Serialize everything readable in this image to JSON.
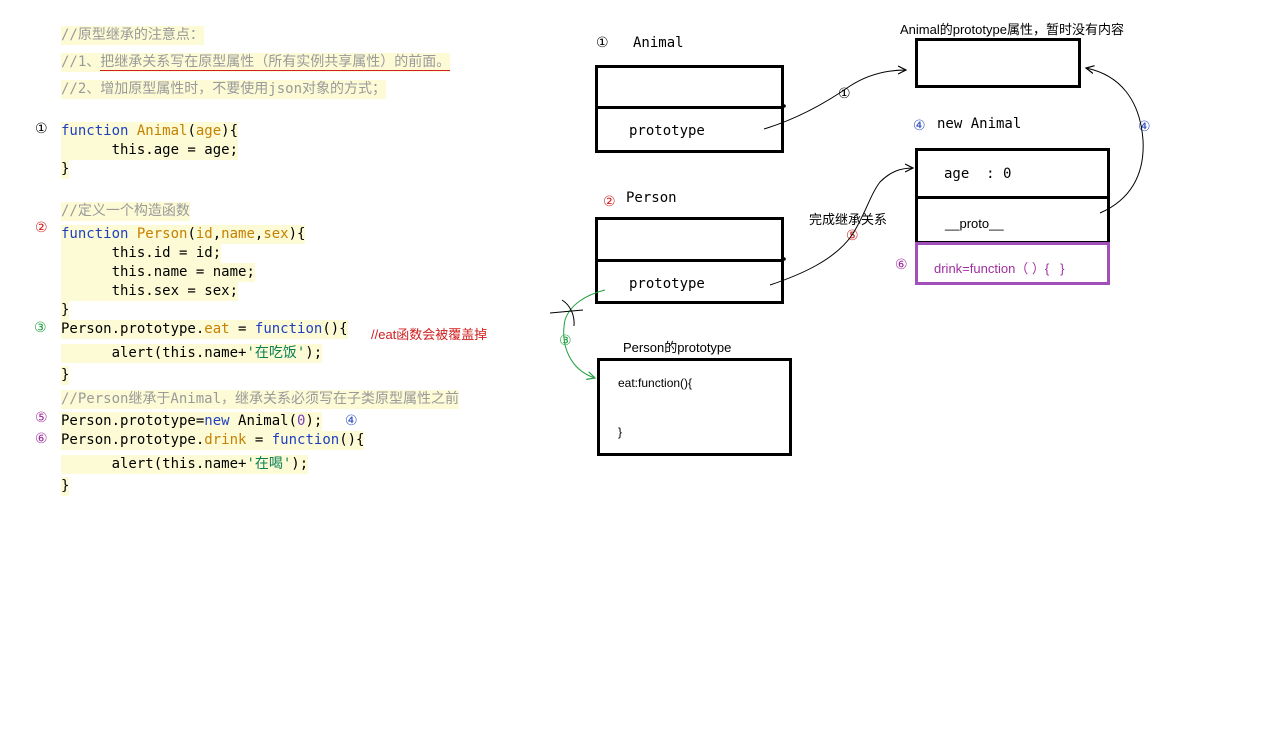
{
  "code": {
    "note_title": "//原型继承的注意点：",
    "note_1_prefix": "//1、",
    "note_1_text": "把继承关系写在原型属性（所有实例共享属性）的前面。",
    "note_2": "//2、增加原型属性时，不要使用json对象的方式；",
    "badge_1": "①",
    "animal_kw": "function ",
    "animal_name": "Animal",
    "animal_open": "(",
    "animal_param": "age",
    "animal_close": "){",
    "animal_body": "this.age = age;",
    "animal_end": "}",
    "ctor_comment": "//定义一个构造函数",
    "badge_2": "②",
    "person_kw": "function ",
    "person_name": "Person",
    "person_open": "(",
    "person_p1": "id",
    "person_comma1": ",",
    "person_p2": "name",
    "person_comma2": ",",
    "person_p3": "sex",
    "person_close": "){",
    "person_body_1": "this.id = id;",
    "person_body_2": "this.name = name;",
    "person_body_3": "this.sex = sex;",
    "person_end": "}",
    "badge_3": "③",
    "eat_prefix": "Person.prototype.",
    "eat_name": "eat",
    "eat_eq": " = ",
    "eat_kw": "function",
    "eat_paren": "(){",
    "eat_note": "//eat函数会被覆盖掉",
    "eat_body_pre": "alert(this.name+",
    "eat_body_str": "'在吃饭'",
    "eat_body_post": ");",
    "eat_end": "}",
    "inherit_comment": "//Person继承于Animal，继承关系必须写在子类原型属性之前",
    "badge_5": "⑤",
    "inherit_pre": "Person.prototype=",
    "inherit_kw": "new",
    "inherit_mid": " Animal(",
    "inherit_num": "0",
    "inherit_post": ");",
    "badge_4_inline": "④",
    "badge_6": "⑥",
    "drink_prefix": "Person.prototype.",
    "drink_name": "drink",
    "drink_eq": " = ",
    "drink_kw": "function",
    "drink_paren": "(){",
    "drink_body_pre": "alert(this.name+",
    "drink_body_str": "'在喝'",
    "drink_body_post": ");",
    "drink_end": "}"
  },
  "diagram": {
    "animal_badge": "①",
    "animal_title": "Animal",
    "animal_prototype": "prototype",
    "animal_proto_title": "Animal的prototype属性，暂时没有内容",
    "arrow_1_badge": "①",
    "new_animal_badge": "④",
    "new_animal_title": "new Animal",
    "age_row": "age  : 0",
    "proto_row": "__proto__",
    "arrow_4_badge": "④",
    "drink_badge": "⑥",
    "drink_row": "drink=function（ ）{   }",
    "person_badge": "②",
    "person_title": "Person",
    "person_prototype": "prototype",
    "inherit_note": "完成继承关系",
    "arrow_5_badge": "⑤",
    "arrow_3_badge": "③",
    "person_proto_title": "Person的prototype",
    "eat_line_1": "eat:function(){",
    "eat_line_2": "}"
  },
  "colors": {
    "highlight": "#fcfbd6",
    "comment": "#9a9a9a",
    "keyword": "#1f3fbf",
    "function_name": "#c67f00",
    "string": "#0a7f57",
    "number": "#7c3fbf",
    "red_note": "#d02020",
    "badge_red": "#d02020",
    "badge_green": "#20a040",
    "badge_blue": "#3050c0",
    "badge_purple": "#a030a0",
    "drink_box": "#a050b8"
  }
}
